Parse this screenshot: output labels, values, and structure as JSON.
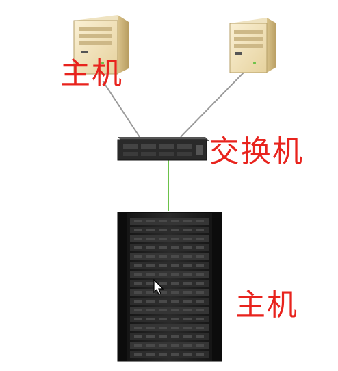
{
  "colors": {
    "label_color": "#e8231d",
    "link_gray": "#9a9a9a",
    "link_green": "#6cc24a",
    "tower_front": "#f2e4bd",
    "tower_side": "#c9b27b",
    "rack_body": "#1c1c1c",
    "switch_body": "#2a2a2a"
  },
  "labels": {
    "host_left": "主机",
    "switch": "交换机",
    "host_rack": "主机"
  },
  "icons": {
    "host_left": "tower-server-icon",
    "host_right": "tower-server-icon",
    "switch": "network-switch-icon",
    "rack": "rack-server-icon",
    "pointer": "mouse-cursor-icon"
  }
}
